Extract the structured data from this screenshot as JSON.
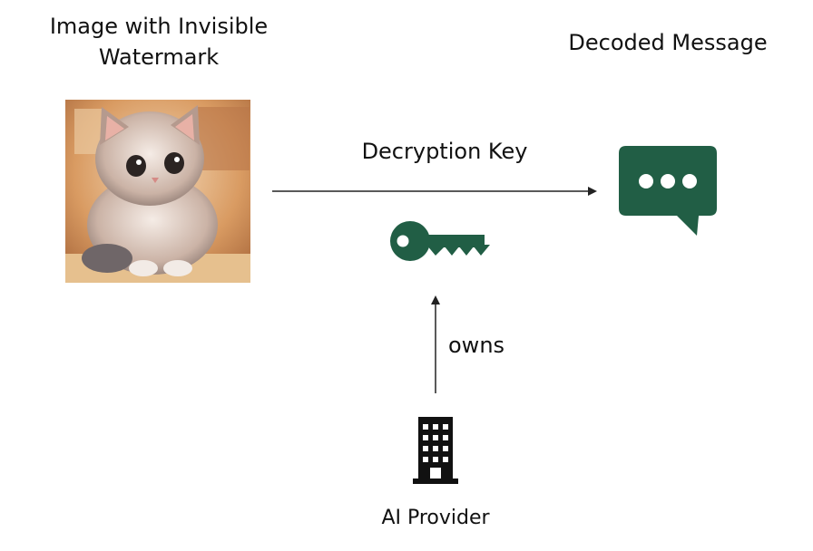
{
  "diagram": {
    "title_left": "Image with Invisible Watermark",
    "title_right": "Decoded Message",
    "arrow_label": "Decryption Key",
    "owns_label": "owns",
    "provider_label": "AI Provider"
  },
  "colors": {
    "accent": "#215e45",
    "line": "#222222",
    "text": "#111111"
  },
  "icons": [
    "cat-image",
    "key-icon",
    "chat-bubble-icon",
    "building-icon"
  ]
}
